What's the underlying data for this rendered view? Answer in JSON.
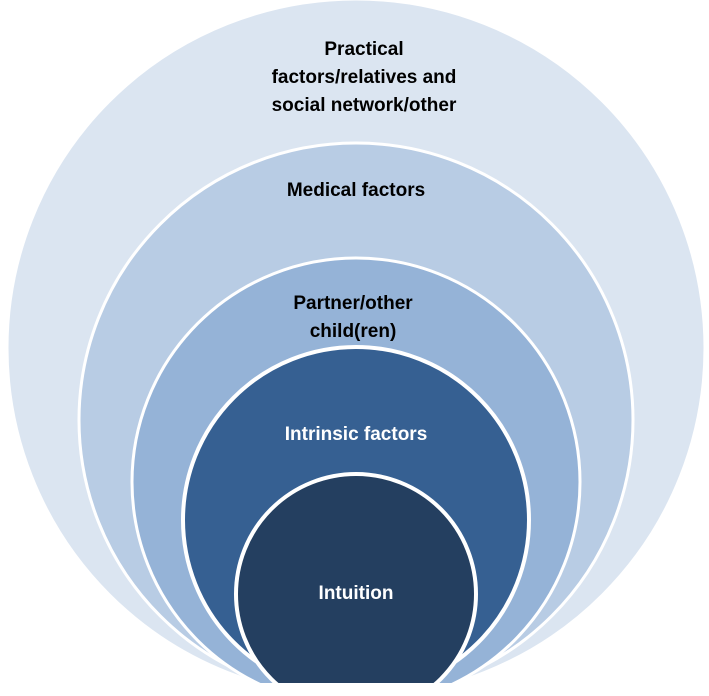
{
  "diagram": {
    "layers": [
      {
        "label_lines": [
          "Practical",
          "factors/relatives and",
          "social network/other"
        ],
        "fill": "#dbe5f1",
        "text_color": "#000000"
      },
      {
        "label_lines": [
          "Medical factors"
        ],
        "fill": "#b8cce4",
        "text_color": "#000000"
      },
      {
        "label_lines": [
          "Partner/other",
          "child(ren)"
        ],
        "fill": "#95b3d7",
        "text_color": "#000000"
      },
      {
        "label_lines": [
          "Intrinsic factors"
        ],
        "fill": "#366092",
        "text_color": "#ffffff"
      },
      {
        "label_lines": [
          "Intuition"
        ],
        "fill": "#243f60",
        "text_color": "#ffffff"
      }
    ]
  }
}
